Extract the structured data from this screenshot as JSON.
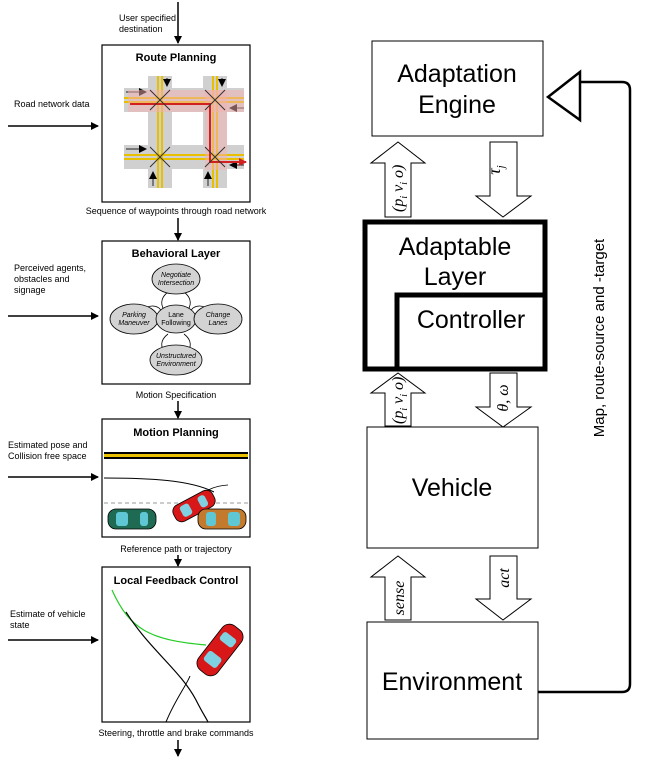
{
  "left": {
    "top_input": [
      "User specified",
      "destination"
    ],
    "panels": [
      {
        "title": "Route Planning",
        "side_input": [
          "Road network data"
        ],
        "output": "Sequence of waypoints through road network"
      },
      {
        "title": "Behavioral Layer",
        "side_input": [
          "Perceived agents,",
          "obstacles and",
          "signage"
        ],
        "output": "Motion Specification"
      },
      {
        "title": "Motion Planning",
        "side_input": [
          "Estimated pose and",
          "Collision free space"
        ],
        "output": "Reference path or trajectory"
      },
      {
        "title": "Local Feedback Control",
        "side_input": [
          "Estimate of vehicle",
          "state"
        ],
        "output": "Steering, throttle and brake commands"
      }
    ],
    "behavior_states": [
      {
        "name": "negotiate",
        "lines": [
          "Negotiate",
          "Intersection"
        ],
        "italic": true
      },
      {
        "name": "parking",
        "lines": [
          "Parking",
          "Maneuver"
        ],
        "italic": true
      },
      {
        "name": "lane",
        "lines": [
          "Lane",
          "Following"
        ],
        "italic": false
      },
      {
        "name": "change",
        "lines": [
          "Change",
          "Lanes"
        ],
        "italic": true
      },
      {
        "name": "unstructured",
        "lines": [
          "Unstructured",
          "Environment"
        ],
        "italic": true
      }
    ]
  },
  "right": {
    "adaptation_engine": [
      "Adaptation",
      "Engine"
    ],
    "adaptable_layer": [
      "Adaptable",
      "Layer"
    ],
    "controller": "Controller",
    "vehicle": "Vehicle",
    "environment": "Environment",
    "feedback_label": "Map, route-source and -target",
    "arrows": {
      "up_top": "(p",
      "down_top": "τ",
      "up_mid": "(p",
      "down_mid": "θ, ω",
      "up_bottom": "sense",
      "down_bottom": "act"
    },
    "sub_i": "i",
    "sub_j": "j",
    "tuple_rest_v": " v",
    "tuple_rest_o": " o)"
  }
}
